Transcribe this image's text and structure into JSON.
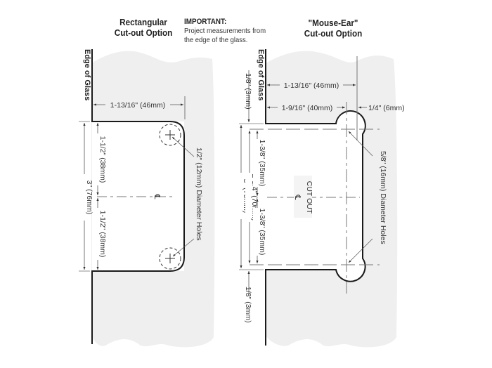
{
  "left_panel": {
    "title_line1": "Rectangular",
    "title_line2": "Cut-out Option",
    "edge_label": "Edge of Glass",
    "width_dim": "1-13/16\" (46mm)",
    "upper_half_dim": "1-1/2\" (38mm)",
    "lower_half_dim": "1-1/2\" (38mm)",
    "total_height_dim": "3\" (76mm)",
    "hole_callout": "1/2\" (12mm) Diameter Holes",
    "centerline_symbol": "℄"
  },
  "note": {
    "heading": "IMPORTANT:",
    "line1": "Project measurements from",
    "line2": "the edge of the glass."
  },
  "right_panel": {
    "title_line1": "\"Mouse-Ear\"",
    "title_line2": "Cut-out Option",
    "edge_label": "Edge of Glass",
    "width_dim": "1-13/16\" (46mm)",
    "inner_width_dim": "1-9/16\" (40mm)",
    "ear_offset_dim": "1/4\" (6mm)",
    "top_offset_dim": "1/8\" (3mm)",
    "bottom_offset_dim": "1/8\" (3mm)",
    "upper_half_dim": "1-3/8\" (35mm)",
    "lower_half_dim": "1-3/8\" (35mm)",
    "center_span_dim": "2-3/4\" (70mm)",
    "total_height_dim": "3\" (76mm)",
    "hole_callout": "5/8\" (16mm) Diameter Holes",
    "cutout_label": "CUT OUT",
    "centerline_symbol": "℄"
  },
  "colors": {
    "glass_fill": "#efefef",
    "outline": "#1a1a1a",
    "dim_line": "#777777"
  }
}
